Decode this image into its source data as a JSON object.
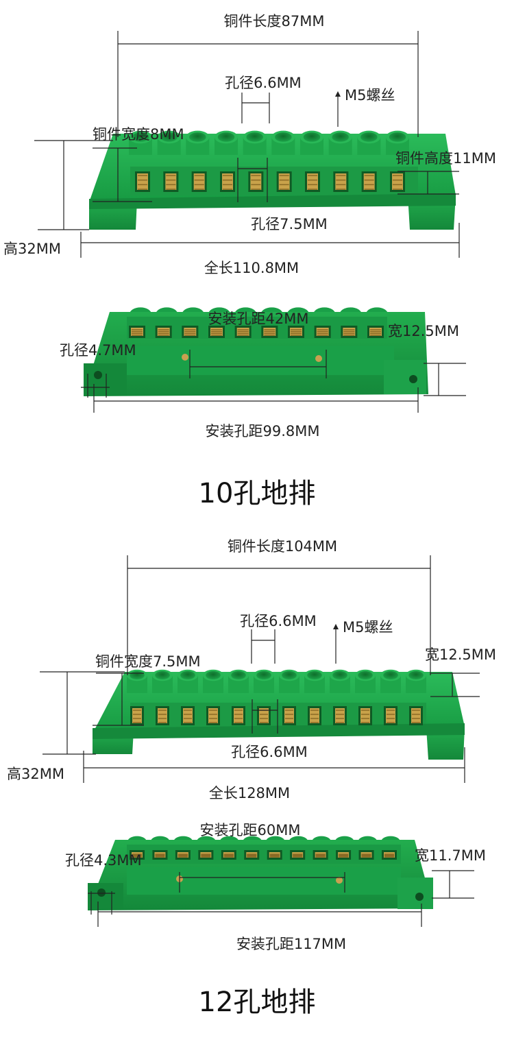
{
  "product_10": {
    "title": "10孔地排",
    "top": {
      "copper_length": "铜件长度87MM",
      "hole_diameter_top": "孔径6.6MM",
      "screw": "M5螺丝",
      "copper_width": "铜件宽度8MM",
      "copper_height": "铜件高度11MM",
      "height": "高32MM",
      "hole_diameter_front": "孔径7.5MM",
      "total_length": "全长110.8MM"
    },
    "bottom": {
      "mount_spacing_inner": "安装孔距42MM",
      "width": "宽12.5MM",
      "mount_hole": "孔径4.7MM",
      "mount_spacing_outer": "安装孔距99.8MM"
    }
  },
  "product_12": {
    "title": "12孔地排",
    "top": {
      "copper_length": "铜件长度104MM",
      "hole_diameter_top": "孔径6.6MM",
      "screw": "M5螺丝",
      "copper_width": "铜件宽度7.5MM",
      "width": "宽12.5MM",
      "height": "高32MM",
      "hole_diameter_front": "孔径6.6MM",
      "total_length": "全长128MM"
    },
    "bottom": {
      "mount_spacing_inner": "安装孔距60MM",
      "mount_hole": "孔径4.3MM",
      "width": "宽11.7MM",
      "mount_spacing_outer": "安装孔距117MM"
    }
  },
  "colors": {
    "plastic": "#1ea64a",
    "plastic_dark": "#137a33",
    "brass": "#c8a24a",
    "line": "#222222"
  }
}
